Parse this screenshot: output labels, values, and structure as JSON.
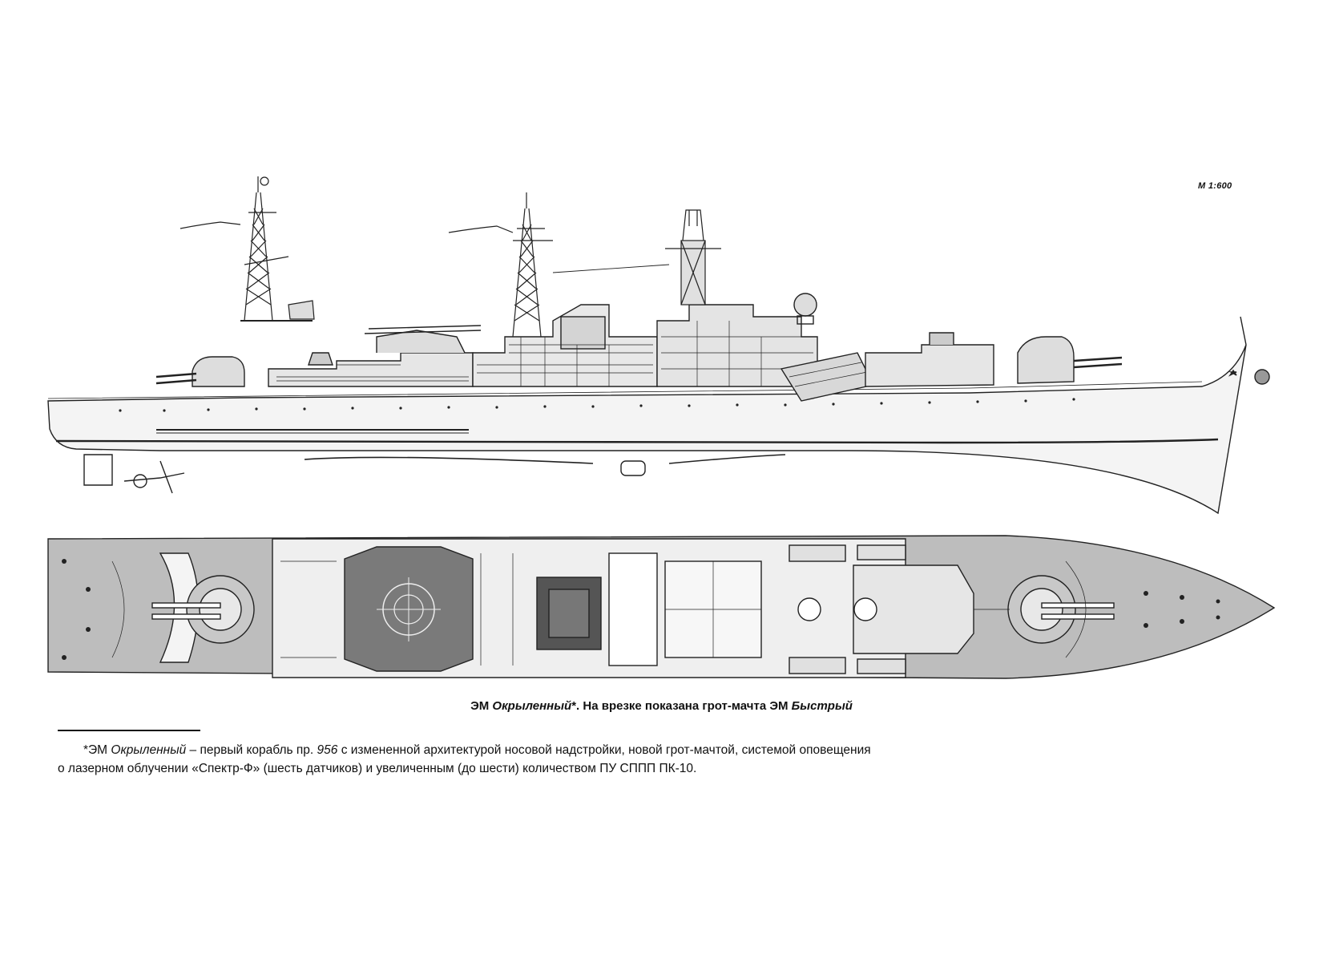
{
  "scale_label": "М 1:600",
  "caption": {
    "prefix": "ЭМ ",
    "ship_name": "Окрыленный",
    "middle": "*. На врезке показана грот-мачта ЭМ ",
    "inset_ship": "Быстрый"
  },
  "footnote": {
    "line1_prefix": "*ЭМ ",
    "ship_name": "Окрыленный",
    "line1_mid": " – первый корабль пр. ",
    "project": "956",
    "line1_rest": " с измененной архитектурой носовой надстройки, новой грот-мачтой, системой оповещения",
    "line2": "о лазерном облучении «Спектр-Ф» (шесть датчиков) и увеличенным (до шести) количеством ПУ СППП ПК-10."
  },
  "colors": {
    "hull_fill": "#f2f2f2",
    "deck_fill": "#b9b9b9",
    "line": "#222222"
  }
}
